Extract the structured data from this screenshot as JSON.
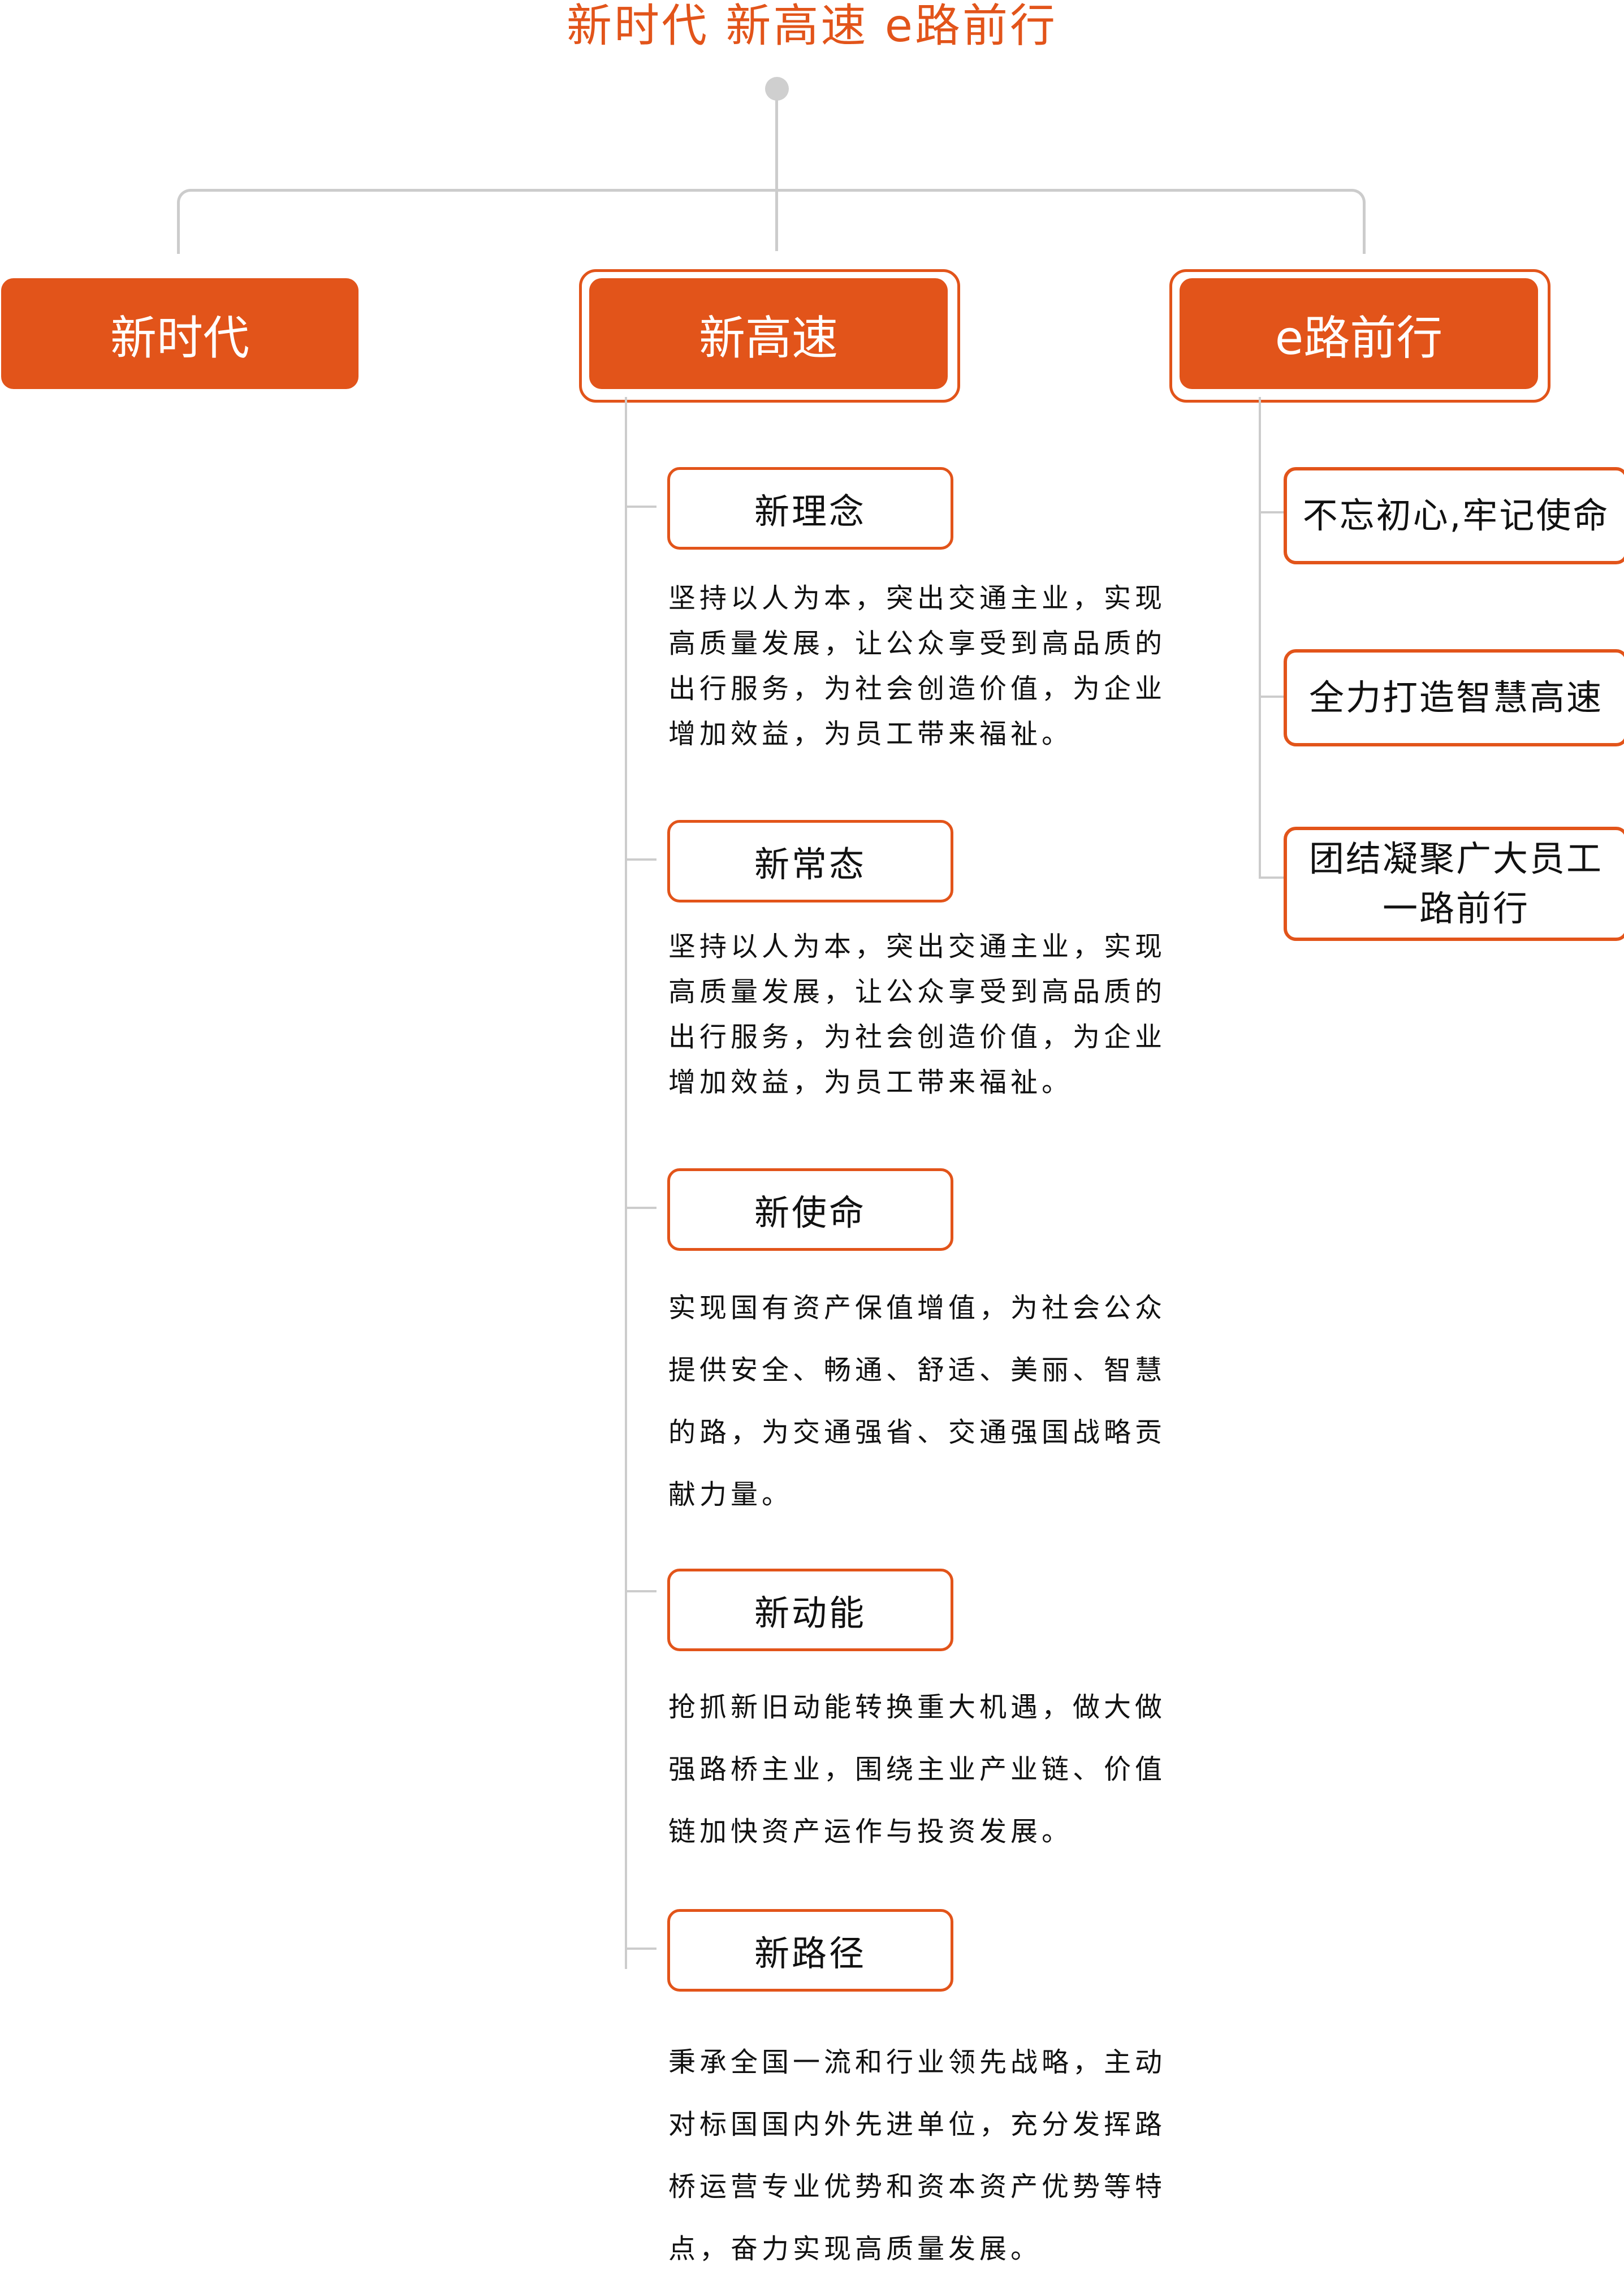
{
  "title": "新时代 新高速 e路前行",
  "main": {
    "left": "新时代",
    "center": "新高速",
    "right": "e路前行"
  },
  "center_items": [
    {
      "label": "新理念",
      "text": "坚持以人为本，突出交通主业，实现高质量发展，让公众享受到高品质的出行服务，为社会创造价值，为企业增加效益，为员工带来福祉。"
    },
    {
      "label": "新常态",
      "text": "坚持以人为本，突出交通主业，实现高质量发展，让公众享受到高品质的出行服务，为社会创造价值，为企业增加效益，为员工带来福祉。"
    },
    {
      "label": "新使命",
      "text": "实现国有资产保值增值，为社会公众提供安全、畅通、舒适、美丽、智慧的路，为交通强省、交通强国战略贡献力量。"
    },
    {
      "label": "新动能",
      "text": "抢抓新旧动能转换重大机遇，做大做强路桥主业，围绕主业产业链、价值链加快资产运作与投资发展。"
    },
    {
      "label": "新路径",
      "text": "秉承全国一流和行业领先战略，主动对标国国内外先进单位，充分发挥路桥运营专业优势和资本资产优势等特点，奋力实现高质量发展。"
    }
  ],
  "right_items": [
    "不忘初心,牢记使命",
    "全力打造智慧高速",
    "团结凝聚广大员工一路前行"
  ],
  "colors": {
    "accent": "#e2541a",
    "connector": "#cccccc"
  }
}
